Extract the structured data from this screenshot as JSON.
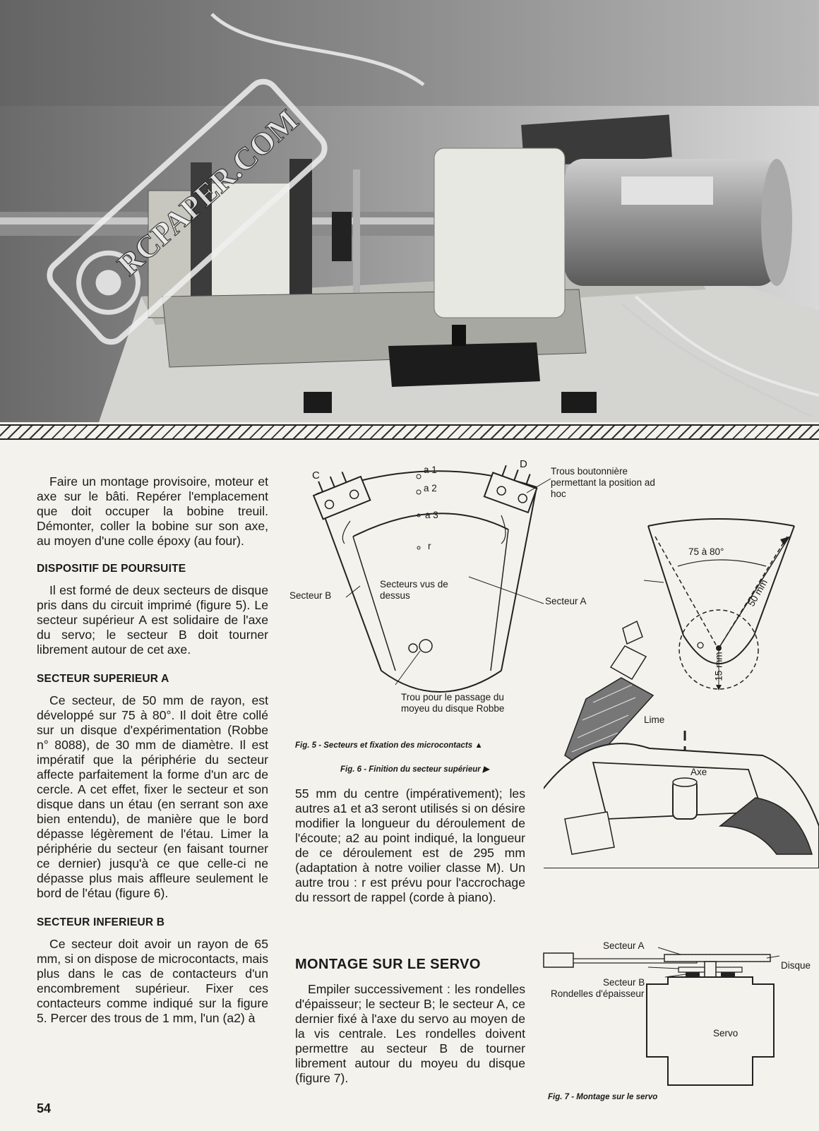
{
  "photo": {
    "watermark": "RCPAPER.COM"
  },
  "column1": {
    "intro": "Faire un montage provisoire, moteur et axe sur le bâti. Repérer l'emplacement que doit occuper la bobine treuil. Démonter, coller la bobine sur son axe, au moyen d'une colle époxy (au four).",
    "h_poursuite": "DISPOSITIF DE POURSUITE",
    "p_poursuite": "Il est formé de deux secteurs de disque pris dans du circuit imprimé (figure 5). Le secteur supérieur A est solidaire de l'axe du servo; le secteur B doit tourner librement autour de cet axe.",
    "h_secteur_a": "SECTEUR SUPERIEUR A",
    "p_secteur_a": "Ce secteur, de 50 mm de rayon, est développé sur 75 à 80°. Il doit être collé sur un disque d'expérimentation (Robbe n° 8088), de 30 mm de diamètre. Il est impératif que la périphérie du secteur affecte parfaitement la forme d'un arc de cercle. A cet effet, fixer le secteur et son disque dans un étau (en serrant son axe bien entendu), de manière que le bord dépasse légèrement de l'étau. Limer la périphérie du secteur (en faisant tourner ce dernier) jusqu'à ce que celle-ci ne dépasse plus mais affleure seulement le bord de l'étau (figure 6).",
    "h_secteur_b": "SECTEUR INFERIEUR B",
    "p_secteur_b": "Ce secteur doit avoir un rayon de 65 mm, si on dispose de microcontacts, mais plus dans le cas de contacteurs d'un encombrement supérieur. Fixer ces contacteurs comme indiqué sur la figure 5. Percer des trous de 1 mm, l'un (a2) à"
  },
  "column2": {
    "p_cont": "55 mm du centre (impérativement); les autres a1 et a3 seront utilisés si on désire modifier la longueur du déroulement de l'écoute; a2 au point indiqué, la longueur de ce déroulement est de 295 mm (adaptation à notre voilier classe M). Un autre trou : r est prévu pour l'accrochage du ressort de rappel (corde à piano).",
    "h_montage": "MONTAGE SUR LE SERVO",
    "p_montage": "Empiler successivement : les rondelles d'épaisseur; le secteur B; le secteur A, ce dernier fixé à l'axe du servo au moyen de la vis centrale. Les rondelles doivent permettre au secteur B de tourner librement autour du moyeu du disque (figure 7)."
  },
  "fig5": {
    "label_c": "C",
    "label_d": "D",
    "label_a1": "a 1",
    "label_a2": "a 2",
    "label_a3": "a 3",
    "label_r": "r",
    "label_trous": "Trous boutonnière permettant la position ad hoc",
    "label_secteur_b": "Secteur B",
    "label_vus": "Secteurs vus de dessus",
    "label_trou_passage": "Trou pour le passage du moyeu du disque Robbe",
    "label_secteur_a": "Secteur A",
    "caption": "Fig. 5 - Secteurs et fixation des microcontacts ▲"
  },
  "fig6": {
    "label_angle": "75 à 80°",
    "label_50": "50 mm",
    "label_15": "15 mm",
    "label_lime": "Lime",
    "label_axe": "Axe",
    "caption": "Fig. 6 - Finition du secteur supérieur ▶"
  },
  "fig7": {
    "label_secteur_a": "Secteur A",
    "label_disque": "Disque",
    "label_secteur_b": "Secteur B",
    "label_rondelles": "Rondelles d'épaisseur",
    "label_servo": "Servo",
    "caption": "Fig. 7 - Montage sur le servo"
  },
  "page": {
    "number": "54"
  }
}
